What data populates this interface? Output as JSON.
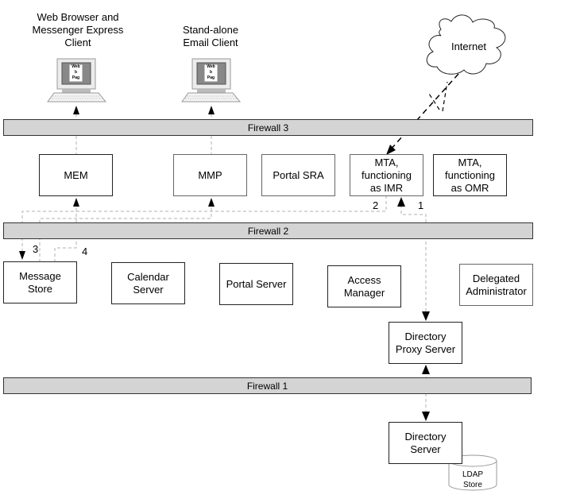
{
  "diagram": {
    "clients": [
      {
        "id": "web-browser-client",
        "label": "Web Browser and\nMessenger Express\nClient",
        "screen_text": [
          "Web",
          "b",
          "Pag"
        ]
      },
      {
        "id": "email-client",
        "label": "Stand-alone\nEmail Client",
        "screen_text": [
          "Web",
          "b",
          "Pag"
        ]
      }
    ],
    "internet": {
      "label": "Internet"
    },
    "firewalls": [
      {
        "id": "firewall-3",
        "label": "Firewall 3"
      },
      {
        "id": "firewall-2",
        "label": "Firewall 2"
      },
      {
        "id": "firewall-1",
        "label": "Firewall 1"
      }
    ],
    "components": {
      "mem": "MEM",
      "mmp": "MMP",
      "portal_sra": "Portal SRA",
      "mta_imr": "MTA,\nfunctioning\nas IMR",
      "mta_omr": "MTA,\nfunctioning\nas OMR",
      "message_store": "Message\nStore",
      "calendar_server": "Calendar\nServer",
      "portal_server": "Portal Server",
      "access_manager": "Access\nManager",
      "delegated_admin": "Delegated\nAdministrator",
      "directory_proxy": "Directory\nProxy Server",
      "directory_server": "Directory\nServer",
      "ldap_store": "LDAP\nStore"
    },
    "step_labels": {
      "one": "1",
      "two": "2",
      "three": "3",
      "four": "4"
    },
    "colors": {
      "firewall_fill": "#d4d4d4",
      "line_dashed_grey": "#b0b0b0",
      "line_dark": "#000000"
    }
  }
}
